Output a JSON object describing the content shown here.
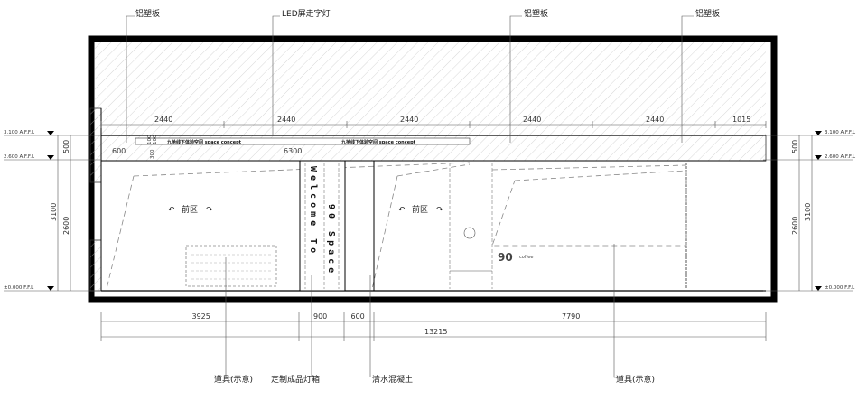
{
  "callouts_top": [
    "铝塑板",
    "LED屏走字灯",
    "铝塑板",
    "铝塑板"
  ],
  "callouts_bottom": [
    "道具(示意)",
    "定制成品灯箱",
    "清水混凝土",
    "道具(示意)"
  ],
  "top_dimensions": [
    "2440",
    "2440",
    "2440",
    "2440",
    "2440",
    "1015"
  ],
  "bottom_dimensions": [
    "3925",
    "900",
    "600",
    "7790"
  ],
  "overall_dimension": "13215",
  "soffit_dimensions": {
    "offset": "600",
    "sign_length": "6300",
    "h1": "100",
    "h2": "100",
    "h3": "300"
  },
  "levels": {
    "top": "3.100 A.F.F.L",
    "mid": "2.600 A.F.F.L",
    "floor": "±0.000 F.F.L"
  },
  "height_dimensions": {
    "upper": "500",
    "lower": "2600",
    "total": "3100"
  },
  "led_sign_text": "九拾线下体验空间 space concept",
  "zone_label": "前区",
  "lightbox": {
    "left": "Welcome To",
    "right": "90 Space"
  },
  "logo": {
    "mark": "90",
    "word": "coffee"
  }
}
